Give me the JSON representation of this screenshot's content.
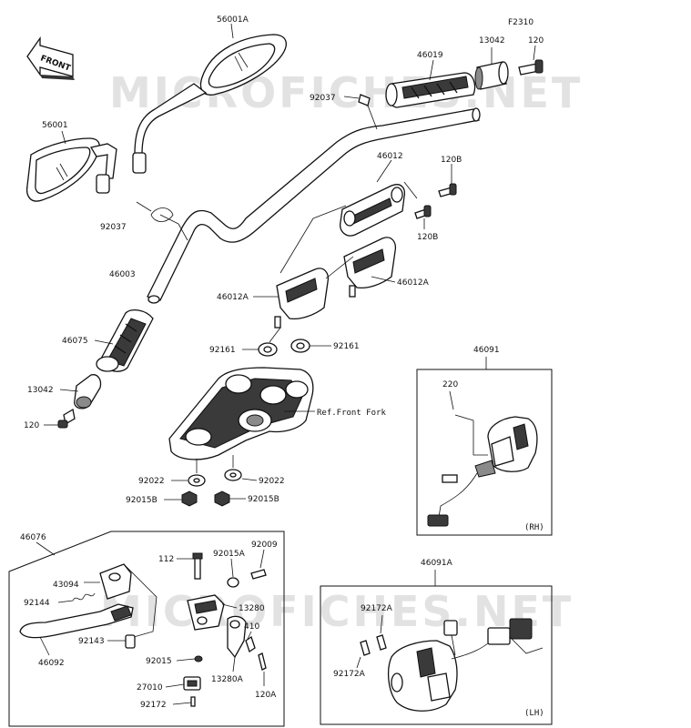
{
  "watermark": {
    "text_top": "MICROFICHES.NET",
    "text_bottom": "MICROFICHES.NET"
  },
  "front_label": "FRONT",
  "ref_label": "Ref.Front Fork",
  "boxes": {
    "rh_label": "(RH)",
    "lh_label": "(LH)"
  },
  "labels": {
    "p56001A": "56001A",
    "pF2310": "F2310",
    "p13042_top": "13042",
    "p120_top": "120",
    "p46019": "46019",
    "p92037_top": "92037",
    "p56001": "56001",
    "p46012": "46012",
    "p120B_a": "120B",
    "p120B_b": "120B",
    "p92037_left": "92037",
    "p46003": "46003",
    "p46012A_left": "46012A",
    "p46012A_right": "46012A",
    "p46075": "46075",
    "p92161_left": "92161",
    "p92161_right": "92161",
    "p46091": "46091",
    "p13042_left": "13042",
    "p220": "220",
    "p120_left": "120",
    "p92022_left": "92022",
    "p92022_right": "92022",
    "p92015B_left": "92015B",
    "p92015B_right": "92015B",
    "p46076": "46076",
    "p112": "112",
    "p92015A": "92015A",
    "p92009": "92009",
    "p43094": "43094",
    "p92144": "92144",
    "p13280": "13280",
    "p410": "410",
    "p46092": "46092",
    "p92143": "92143",
    "p92015": "92015",
    "p13280A": "13280A",
    "p27010": "27010",
    "p120A": "120A",
    "p92172": "92172",
    "p46091A": "46091A",
    "p92172A_top": "92172A",
    "p92172A_bottom": "92172A"
  }
}
